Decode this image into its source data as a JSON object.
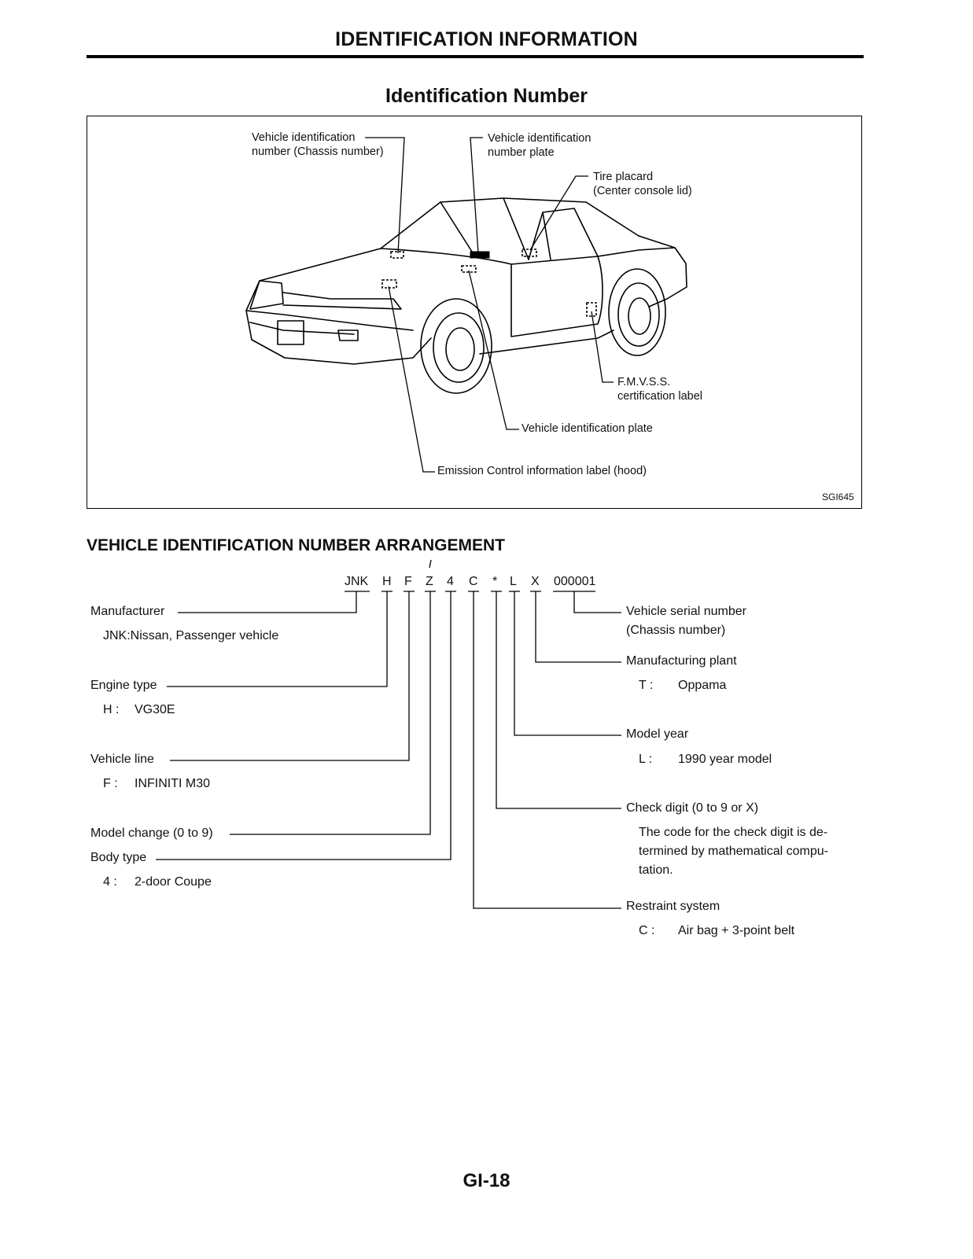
{
  "page": {
    "header": "IDENTIFICATION INFORMATION",
    "subheader": "Identification Number",
    "footer": "GI-18"
  },
  "figure": {
    "labels": {
      "vin_chassis_l1": "Vehicle identification",
      "vin_chassis_l2": "number (Chassis number)",
      "vin_plate_top_l1": "Vehicle identification",
      "vin_plate_top_l2": "number plate",
      "tire_l1": "Tire placard",
      "tire_l2": "(Center console lid)",
      "fmvss_l1": "F.M.V.S.S.",
      "fmvss_l2": "certification label",
      "vid_plate": "Vehicle identification plate",
      "emission": "Emission Control information label (hood)"
    },
    "code": "SGI645"
  },
  "section": {
    "title": "VEHICLE IDENTIFICATION NUMBER ARRANGEMENT",
    "vin": {
      "jnk": "JNK",
      "h": "H",
      "f": "F",
      "z": "Z",
      "four": "4",
      "c": "C",
      "star": "*",
      "l": "L",
      "x": "X",
      "serial": "000001"
    },
    "left": {
      "manufacturer": "Manufacturer",
      "manufacturer_val": "JNK:Nissan, Passenger vehicle",
      "engine": "Engine type",
      "engine_code": "H :",
      "engine_val": "VG30E",
      "line": "Vehicle line",
      "line_code": "F :",
      "line_val": "INFINITI M30",
      "model_change": "Model change (0 to 9)",
      "body": "Body type",
      "body_code": "4 :",
      "body_val": "2-door Coupe"
    },
    "right": {
      "serial_l1": "Vehicle serial number",
      "serial_l2": "(Chassis number)",
      "plant": "Manufacturing plant",
      "plant_code": "T :",
      "plant_val": "Oppama",
      "year": "Model year",
      "year_code": "L :",
      "year_val": "1990 year model",
      "check": "Check digit (0 to 9 or X)",
      "check_note_l1": "The code for the check digit is de-",
      "check_note_l2": "termined by mathematical compu-",
      "check_note_l3": "tation.",
      "restraint": "Restraint system",
      "restraint_code": "C :",
      "restraint_val": "Air bag + 3-point belt"
    }
  }
}
